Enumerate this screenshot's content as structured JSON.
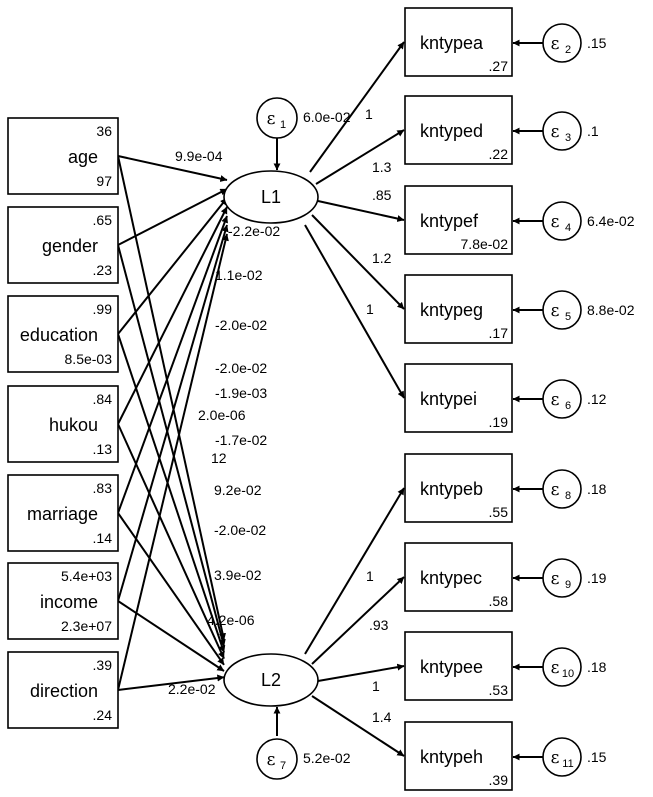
{
  "observed_left": [
    {
      "id": "age",
      "label": "age",
      "mean": "36",
      "variance": "97"
    },
    {
      "id": "gender",
      "label": "gender",
      "mean": ".65",
      "variance": ".23"
    },
    {
      "id": "education",
      "label": "education",
      "mean": ".99",
      "variance": "8.5e-03"
    },
    {
      "id": "hukou",
      "label": "hukou",
      "mean": ".84",
      "variance": ".13"
    },
    {
      "id": "marriage",
      "label": "marriage",
      "mean": ".83",
      "variance": ".14"
    },
    {
      "id": "income",
      "label": "income",
      "mean": "5.4e+03",
      "variance": "2.3e+07"
    },
    {
      "id": "direction",
      "label": "direction",
      "mean": ".39",
      "variance": ".24"
    }
  ],
  "latent": [
    {
      "id": "L1",
      "label": "L1"
    },
    {
      "id": "L2",
      "label": "L2"
    }
  ],
  "indicators_L1": [
    {
      "id": "kntypea",
      "label": "kntypea",
      "intercept": ".27",
      "loading": "1",
      "error_index": "2",
      "error_variance": ".15"
    },
    {
      "id": "kntyped",
      "label": "kntyped",
      "intercept": ".22",
      "loading": "1.3",
      "error_index": "3",
      "error_variance": ".1"
    },
    {
      "id": "kntypef",
      "label": "kntypef",
      "intercept": "7.8e-02",
      "loading": ".85",
      "error_index": "4",
      "error_variance": "6.4e-02"
    },
    {
      "id": "kntypeg",
      "label": "kntypeg",
      "intercept": ".17",
      "loading": "1.2",
      "error_index": "5",
      "error_variance": "8.8e-02"
    },
    {
      "id": "kntypei",
      "label": "kntypei",
      "intercept": ".19",
      "loading": "1",
      "error_index": "6",
      "error_variance": ".12"
    }
  ],
  "indicators_L2": [
    {
      "id": "kntypeb",
      "label": "kntypeb",
      "intercept": ".55",
      "loading": "",
      "error_index": "8",
      "error_variance": ".18"
    },
    {
      "id": "kntypec",
      "label": "kntypec",
      "intercept": ".58",
      "loading": "1",
      "error_index": "9",
      "error_variance": ".19"
    },
    {
      "id": "kntypee",
      "label": "kntypee",
      "intercept": ".53",
      "loading": ".93",
      "error_index": "10",
      "error_variance": ".18"
    },
    {
      "id": "kntypeh",
      "label": "kntypeh",
      "intercept": ".39",
      "loading": "1",
      "error_index": "11",
      "error_variance": ".15"
    }
  ],
  "extra_loading_label": "1.4",
  "latent_errors": [
    {
      "latent": "L1",
      "symbol": "ε",
      "index": "1",
      "variance": "6.0e-02"
    },
    {
      "latent": "L2",
      "symbol": "ε",
      "index": "7",
      "variance": "5.2e-02"
    }
  ],
  "error_symbol": "ε",
  "path_coefficients": [
    {
      "from": "age",
      "to": "L1",
      "value": "9.9e-04"
    },
    {
      "from": "gender",
      "to": "L1",
      "value": "-2.2e-02"
    },
    {
      "from": "education",
      "to": "L1",
      "value": "1.1e-02"
    },
    {
      "from": "hukou",
      "to": "L1",
      "value": "-2.0e-02"
    },
    {
      "from": "marriage",
      "to": "L1",
      "value": "-2.0e-02"
    },
    {
      "from": "income",
      "to": "L1",
      "value": "-1.9e-03"
    },
    {
      "from": "direction",
      "to": "L1",
      "value": "2.0e-06"
    },
    {
      "from": "age",
      "to": "L2",
      "value": "-1.7e-02"
    },
    {
      "from": "gender",
      "to": "L2",
      "value": "12"
    },
    {
      "from": "education",
      "to": "L2",
      "value": "9.2e-02"
    },
    {
      "from": "hukou",
      "to": "L2",
      "value": "-2.0e-02"
    },
    {
      "from": "marriage",
      "to": "L2",
      "value": "3.9e-02"
    },
    {
      "from": "income",
      "to": "L2",
      "value": "4.2e-06"
    },
    {
      "from": "direction",
      "to": "L2",
      "value": "2.2e-02"
    }
  ]
}
